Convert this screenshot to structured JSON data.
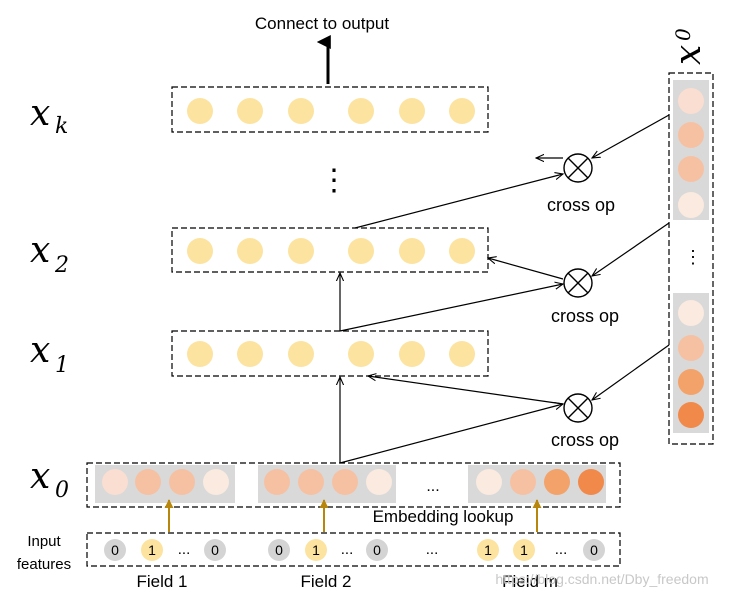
{
  "output_label": "Connect to output",
  "layers": {
    "xk": {
      "base": "x",
      "sub": "k"
    },
    "x2": {
      "base": "x",
      "sub": "2"
    },
    "x1": {
      "base": "x",
      "sub": "1"
    },
    "x0": {
      "base": "x",
      "sub": "0"
    }
  },
  "x0_vertical": {
    "base": "x",
    "sub": "0"
  },
  "dots": {
    "vertical": "⋮",
    "horizontal": "...",
    "vector": "⋮"
  },
  "cross_op": [
    "cross op",
    "cross op",
    "cross op"
  ],
  "embedding_label": "Embedding lookup",
  "input_label": [
    "Input",
    "features"
  ],
  "fields": [
    "Field 1",
    "Field 2",
    "Field m"
  ],
  "field_inputs": [
    [
      "0",
      "1",
      "0"
    ],
    [
      "0",
      "1",
      "0"
    ],
    [
      "1",
      "1",
      "0"
    ]
  ],
  "watermark": "https://blog.csdn.net/Dby_freedom",
  "colors": {
    "hidden_node": "#fde3a0",
    "one_hot_node": "#fde3a0",
    "zero_node": "#d4d4d4",
    "embedding_bg": "#d9d9d9",
    "embed_shades": [
      "#f9ded1",
      "#f6c1a2",
      "#f3a26a",
      "#f1894a",
      "#faeadf"
    ],
    "arrow_gold": "#b8860b"
  }
}
